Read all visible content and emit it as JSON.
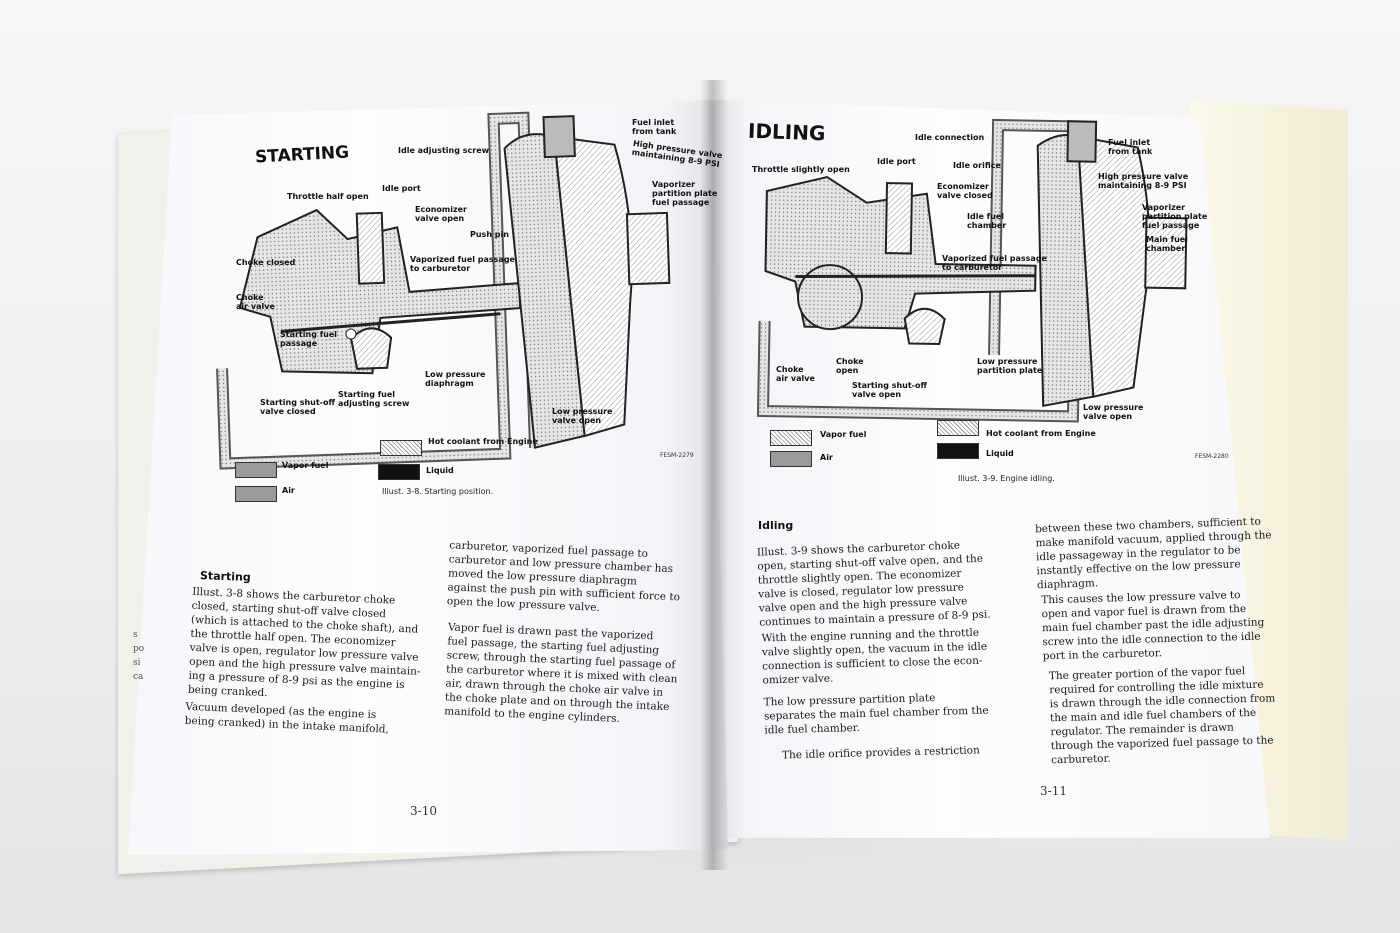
{
  "left_page": {
    "heading": "STARTING",
    "labels": {
      "idle_adjusting_screw": "Idle adjusting screw",
      "fuel_inlet": "Fuel inlet\nfrom tank",
      "high_pressure": "High pressure valve\nmaintaining 8-9 PSI",
      "throttle_half_open": "Throttle half open",
      "idle_port": "Idle port",
      "economizer_open": "Economizer\nvalve open",
      "vaporizer_plate": "Vaporizer\npartition plate\nfuel passage",
      "push_pin": "Push pin",
      "choke_closed": "Choke closed",
      "vaporized_passage": "Vaporized fuel passage\nto carburetor",
      "choke_air_valve": "Choke\nair valve",
      "starting_fuel_passage": "Starting fuel\npassage",
      "low_pressure_diaphragm": "Low pressure\ndiaphragm",
      "shutoff_closed": "Starting shut-off\nvalve closed",
      "starting_fuel_screw": "Starting fuel\nadjusting screw",
      "low_pressure_valve_open": "Low pressure\nvalve open"
    },
    "legend": {
      "hot_coolant": "Hot coolant from Engine",
      "vapor_fuel": "Vapor fuel",
      "liquid": "Liquid",
      "air": "Air"
    },
    "fig_code": "FESM-2279",
    "caption": "Illust. 3-8.  Starting position.",
    "section_title": "Starting",
    "col1": "Illust. 3-8 shows the carburetor choke\nclosed, starting shut-off valve closed\n(which is attached to the choke shaft), and\nthe throttle half open.  The economizer\nvalve is open, regulator low pressure valve\nopen and the high pressure valve maintain-\ning a pressure of 8-9 psi as the engine is\nbeing cranked.",
    "col1b": "Vacuum developed (as the engine is\nbeing cranked) in the intake manifold,",
    "col2": "carburetor, vaporized fuel passage to\ncarburetor and low pressure chamber has\nmoved the low pressure diaphragm\nagainst the push pin with sufficient force to\nopen the low pressure valve.",
    "col2b": "Vapor fuel is drawn past the vaporized\nfuel passage, the starting fuel adjusting\nscrew, through the starting fuel passage of\nthe carburetor where it is mixed with clean\nair, drawn through the choke air valve in\nthe choke plate and on through the intake\nmanifold to the engine cylinders.",
    "page_number": "3-10",
    "edge_fragment": "s\npo\nsi\nca"
  },
  "right_page": {
    "heading": "IDLING",
    "labels": {
      "idle_connection": "Idle connection",
      "fuel_inlet": "Fuel inlet\nfrom tank",
      "throttle_slightly_open": "Throttle slightly open",
      "idle_port": "Idle port",
      "idle_orifice": "Idle orifice",
      "high_pressure": "High pressure valve\nmaintaining 8-9 PSI",
      "economizer_closed": "Economizer\nvalve closed",
      "vaporizer_plate": "Vaporizer\npartition plate\nfuel passage",
      "idle_fuel_chamber": "Idle fuel\nchamber",
      "main_fuel_chamber": "Main fuel\nchamber",
      "vaporized_passage": "Vaporized fuel passage\nto carburetor",
      "choke_air_valve": "Choke\nair valve",
      "choke_open": "Choke\nopen",
      "shutoff_open": "Starting shut-off\nvalve open",
      "low_pressure_partition": "Low pressure\npartition plate",
      "low_pressure_valve_open": "Low pressure\nvalve open"
    },
    "legend": {
      "vapor_fuel": "Vapor fuel",
      "hot_coolant": "Hot coolant from Engine",
      "air": "Air",
      "liquid": "Liquid"
    },
    "fig_code": "FESM-2280",
    "caption": "Illust. 3-9.  Engine idling.",
    "section_title": "Idling",
    "col1": "Illust. 3-9 shows the carburetor choke\nopen, starting shut-off valve open, and the\nthrottle slightly open.  The economizer\nvalve is closed, regulator low pressure\nvalve open and the high pressure valve\ncontinues to maintain a pressure of 8-9 psi.",
    "col1b": "With the engine running and the throttle\nvalve slightly open, the vacuum in the idle\nconnection is sufficient to close the econ-\nomizer valve.",
    "col1c": "The low pressure partition plate\nseparates the main fuel chamber from the\nidle fuel chamber.",
    "col1d": "The idle orifice provides a restriction",
    "col2": "between these two chambers, sufficient to\nmake manifold vacuum, applied through the\nidle passageway in the regulator to be\ninstantly effective on the low pressure\ndiaphragm.",
    "col2b": "This causes the low pressure valve to\nopen and vapor fuel is drawn from the\nmain fuel chamber past the idle adjusting\nscrew into the idle connection to the idle\nport in the carburetor.",
    "col2c": "The greater portion of the vapor fuel\nrequired for controlling the idle mixture\nis drawn through the idle connection from\nthe main and idle fuel chambers of the\nregulator.  The remainder is drawn\nthrough the vaporized fuel passage to the\ncarburetor.",
    "page_number": "3-11"
  }
}
